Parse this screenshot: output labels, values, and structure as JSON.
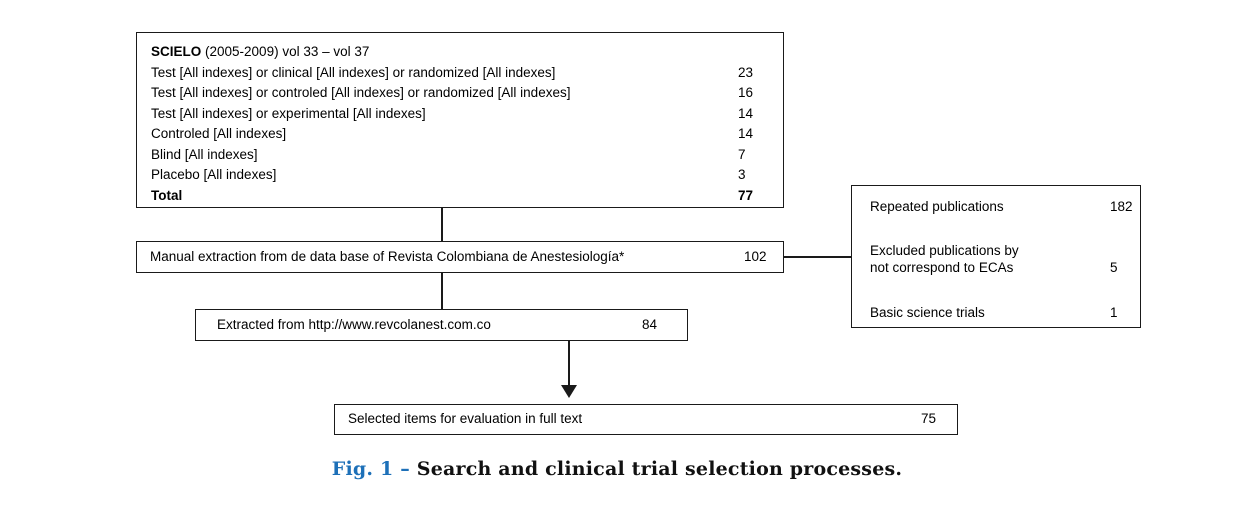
{
  "figure": {
    "caption_prefix": "Fig. 1 –",
    "caption_text": "Search and clinical trial selection processes.",
    "caption_accent_color": "#1d70b8"
  },
  "scielo_box": {
    "header_source": "SCIELO",
    "header_rest": " (2005-2009) vol 33 – vol 37",
    "rows": [
      {
        "label": "Test [All indexes] or clinical [All indexes] or randomized [All indexes]",
        "count": "23"
      },
      {
        "label": "Test [All indexes] or controled [All indexes] or randomized [All indexes]",
        "count": "16"
      },
      {
        "label": "Test [All indexes] or experimental [All indexes]",
        "count": "14"
      },
      {
        "label": "Controled [All indexes]",
        "count": "14"
      },
      {
        "label": "Blind [All indexes]",
        "count": "7"
      },
      {
        "label": "Placebo [All indexes]",
        "count": "3"
      }
    ],
    "total_label": "Total",
    "total_count": "77"
  },
  "manual_box": {
    "label": "Manual extraction from de data base of Revista Colombiana de Anestesiología*",
    "count": "102"
  },
  "extracted_box": {
    "label": "Extracted from http://www.revcolanest.com.co",
    "count": "84"
  },
  "selected_box": {
    "label": "Selected items for evaluation in full text",
    "count": "75"
  },
  "exclusions_box": {
    "rows": [
      {
        "label": "Repeated publications",
        "count": "182"
      },
      {
        "label": "Excluded publications by\nnot correspond to ECAs",
        "label_line1": "Excluded publications by",
        "label_line2": "not correspond to ECAs",
        "count": "5"
      },
      {
        "label": "Basic science trials",
        "count": "1"
      }
    ]
  },
  "chart_data": {
    "type": "table",
    "title": "Search and clinical trial selection processes.",
    "nodes": [
      {
        "id": "scielo",
        "title": "SCIELO (2005-2009) vol 33 – vol 37",
        "items": [
          {
            "criterion": "Test [All indexes] or clinical [All indexes] or randomized [All indexes]",
            "value": 23
          },
          {
            "criterion": "Test [All indexes] or controled [All indexes] or randomized [All indexes]",
            "value": 16
          },
          {
            "criterion": "Test [All indexes] or experimental [All indexes]",
            "value": 14
          },
          {
            "criterion": "Controled [All indexes]",
            "value": 14
          },
          {
            "criterion": "Blind [All indexes]",
            "value": 7
          },
          {
            "criterion": "Placebo [All indexes]",
            "value": 3
          },
          {
            "criterion": "Total",
            "value": 77
          }
        ]
      },
      {
        "id": "manual-extraction",
        "label": "Manual extraction from de data base of Revista Colombiana de Anestesiología*",
        "value": 102
      },
      {
        "id": "extracted-web",
        "label": "Extracted from http://www.revcolanest.com.co",
        "value": 84
      },
      {
        "id": "selected",
        "label": "Selected items for evaluation in full text",
        "value": 75
      },
      {
        "id": "exclusions",
        "items": [
          {
            "criterion": "Repeated publications",
            "value": 182
          },
          {
            "criterion": "Excluded publications by not correspond to ECAs",
            "value": 5
          },
          {
            "criterion": "Basic science trials",
            "value": 1
          }
        ]
      }
    ],
    "edges": [
      {
        "from": "scielo",
        "to": "manual-extraction",
        "arrow": false
      },
      {
        "from": "manual-extraction",
        "to": "exclusions",
        "arrow": false
      },
      {
        "from": "manual-extraction",
        "to": "extracted-web",
        "arrow": false
      },
      {
        "from": "extracted-web",
        "to": "selected",
        "arrow": true
      }
    ]
  }
}
